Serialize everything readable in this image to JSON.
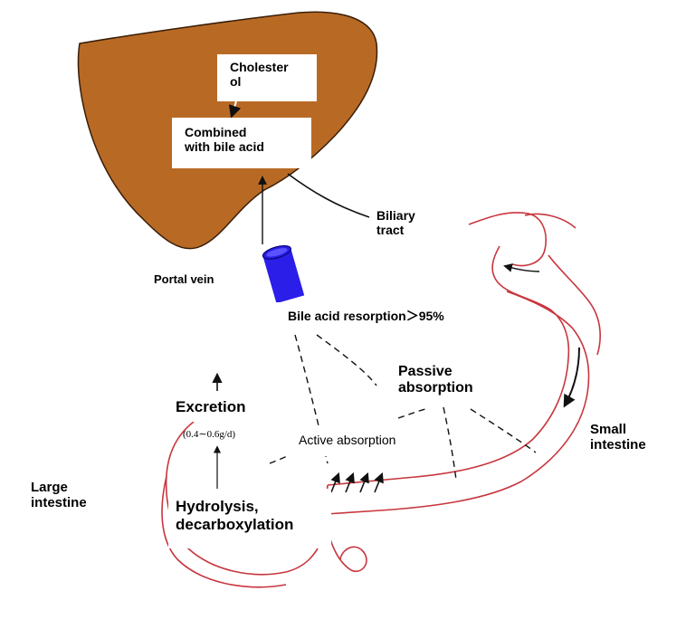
{
  "diagram": {
    "colors": {
      "liver": "#b86a25",
      "liver_outline": "#3a1e08",
      "portal_vein": "#2a1ee8",
      "intestine": "#c8363e",
      "ink": "#111111"
    },
    "labels": {
      "cholesterol_line1": "Cholester",
      "cholesterol_line2": "ol",
      "combined_line1": "Combined",
      "combined_line2": "with bile acid",
      "biliary_line1": "Biliary",
      "biliary_line2": "tract",
      "portal_vein": "Portal vein",
      "resorption": "Bile acid resorption＞95%",
      "passive_line1": "Passive",
      "passive_line2": "absorption",
      "excretion": "Excretion",
      "excretion_rate": "(0.4∼0.6g/d)",
      "active_absorption": "Active absorption",
      "small_line1": "Small",
      "small_line2": "intestine",
      "large_line1": "Large",
      "large_line2": "intestine",
      "hydrolysis_line1": "Hydrolysis,",
      "hydrolysis_line2": "decarboxylation"
    }
  }
}
